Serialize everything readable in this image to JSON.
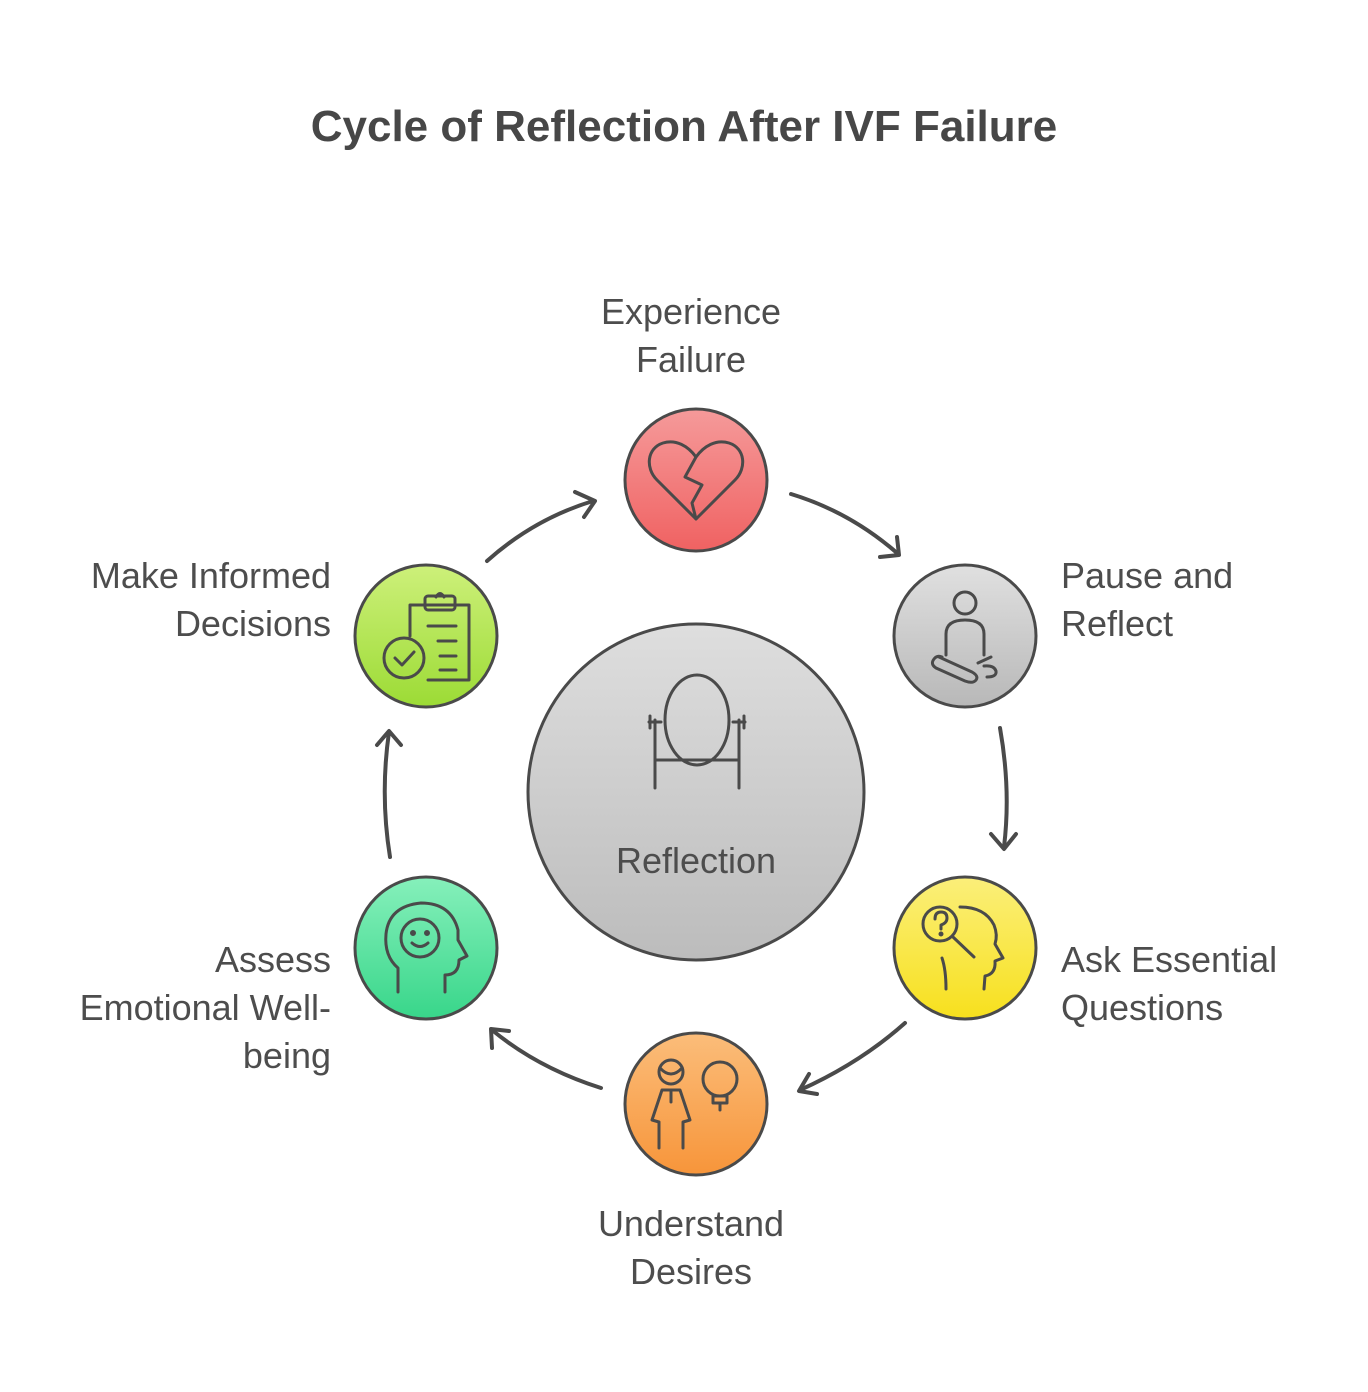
{
  "title": "Cycle of Reflection After IVF Failure",
  "center": {
    "label": "Reflection",
    "icon": "mirror-icon",
    "color": "#c4c4c4"
  },
  "stages": [
    {
      "id": "experience-failure",
      "lines": [
        "Experience",
        "Failure"
      ],
      "icon": "broken-heart-icon",
      "color": "#f26b6b"
    },
    {
      "id": "pause-and-reflect",
      "lines": [
        "Pause and",
        "Reflect"
      ],
      "icon": "meditating-person-icon",
      "color": "#bdbdbd"
    },
    {
      "id": "ask-essential-questions",
      "lines": [
        "Ask Essential",
        "Questions"
      ],
      "icon": "head-question-icon",
      "color": "#f7e12a"
    },
    {
      "id": "understand-desires",
      "lines": [
        "Understand",
        "Desires"
      ],
      "icon": "person-lightbulb-icon",
      "color": "#f79a3e"
    },
    {
      "id": "assess-emotional-wellbeing",
      "lines": [
        "Assess",
        "Emotional Well-",
        "being"
      ],
      "icon": "smiling-head-icon",
      "color": "#3fd98f"
    },
    {
      "id": "make-informed-decisions",
      "lines": [
        "Make Informed",
        "Decisions"
      ],
      "icon": "clipboard-check-icon",
      "color": "#a6e03c"
    }
  ]
}
